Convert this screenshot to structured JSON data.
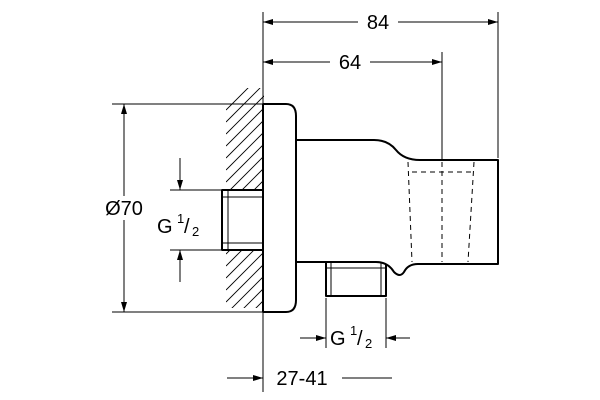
{
  "dimensions": {
    "overall_length": "84",
    "body_length": "64",
    "wall_diameter": "Ø70",
    "thread_symbol": "G",
    "thread_fraction_numerator": "1",
    "thread_fraction_denominator": "2",
    "outlet_symbol": "G",
    "outlet_fraction_numerator": "1",
    "outlet_fraction_denominator": "2",
    "wall_range": "27-41"
  },
  "colors": {
    "line": "#000000",
    "background": "#ffffff"
  }
}
